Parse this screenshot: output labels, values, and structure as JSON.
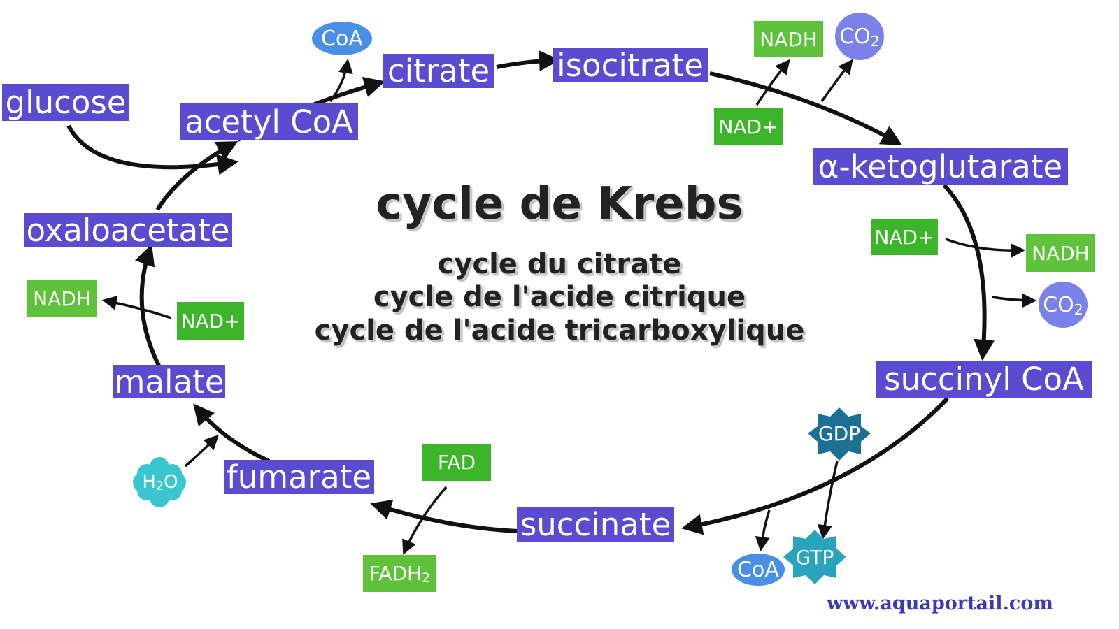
{
  "title": "cycle de Krebs",
  "subtitles": [
    "cycle du citrate",
    "cycle de l'acide citrique",
    "cycle de l'acide tricarboxylique"
  ],
  "metabolites": {
    "glucose": "glucose",
    "acetyl_coa": "acetyl CoA",
    "citrate": "citrate",
    "isocitrate": "isocitrate",
    "alpha_ketoglutarate": "α-ketoglutarate",
    "succinyl_coa": "succinyl CoA",
    "succinate": "succinate",
    "fumarate": "fumarate",
    "malate": "malate",
    "oxaloacetate": "oxaloacetate"
  },
  "cofactors": {
    "coa": "CoA",
    "nadh": "NADH",
    "nad_plus": "NAD+",
    "co2_main": "CO",
    "co2_sub": "2",
    "gdp": "GDP",
    "gtp": "GTP",
    "fad": "FAD",
    "fadh2_main": "FADH",
    "fadh2_sub": "2",
    "h2o_h": "H",
    "h2o_sub": "2",
    "h2o_o": "O"
  },
  "website": "www.aquaportail.com",
  "colors": {
    "metabolite": "#5a4bd1",
    "nad": "#3db52a",
    "coa": "#4a8fe6",
    "co2": "#7a82ea",
    "gdp": "#1d6f93",
    "gtp": "#2aa4bd",
    "water": "#3ac6cf",
    "arrow": "#111111"
  }
}
